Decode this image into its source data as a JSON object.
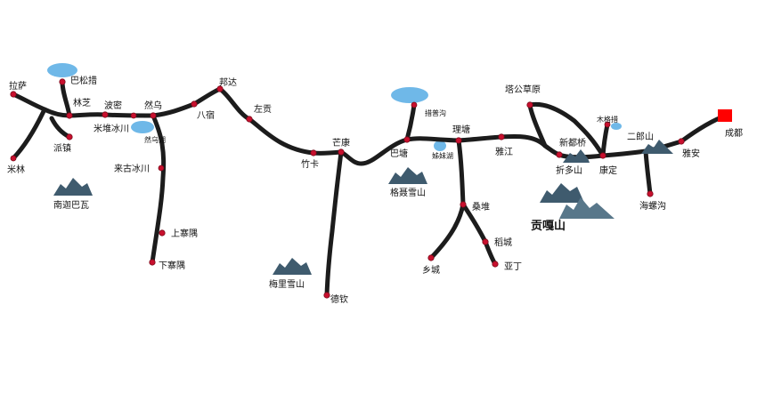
{
  "map": {
    "colors": {
      "road": "#1c1c1c",
      "stop": "#c8102e",
      "lake": "#6fb8e8",
      "mountain": "#3f5b6e",
      "destination": "#ff0000"
    },
    "places": {
      "chengdu": "成都",
      "yaan": "雅安",
      "erlangshan": "二郎山",
      "haiziogou": "海螺沟",
      "kangding": "康定",
      "muge": "木格措",
      "zheduoshan": "折多山",
      "xinduqiao": "新都桥",
      "tagong": "塔公草原",
      "gongga": "贡嘎山",
      "yajiang": "雅江",
      "litang": "理塘",
      "sangdui": "桑堆",
      "daocheng": "稻城",
      "yading": "亚丁",
      "xiangcheng": "乡城",
      "batang": "巴塘",
      "cuopu": "措普沟",
      "jiemei": "姊妹湖",
      "geni": "格聂雪山",
      "mangkang": "芒康",
      "zhuka": "竹卡",
      "deqin": "德钦",
      "meili": "梅里雪山",
      "zuogong": "左贡",
      "bangda": "邦达",
      "basu": "八宿",
      "ranwu": "然乌",
      "ranwuhu": "然乌湖",
      "midui": "米堆冰川",
      "laigu": "来古冰川",
      "shangsi": "上寨隅",
      "xiasi": "下寨隅",
      "bomi": "波密",
      "linzhi": "林芝",
      "basong": "巴松措",
      "lasa": "拉萨",
      "milin": "米林",
      "paizhen": "派镇",
      "namjag": "南迦巴瓦"
    }
  }
}
